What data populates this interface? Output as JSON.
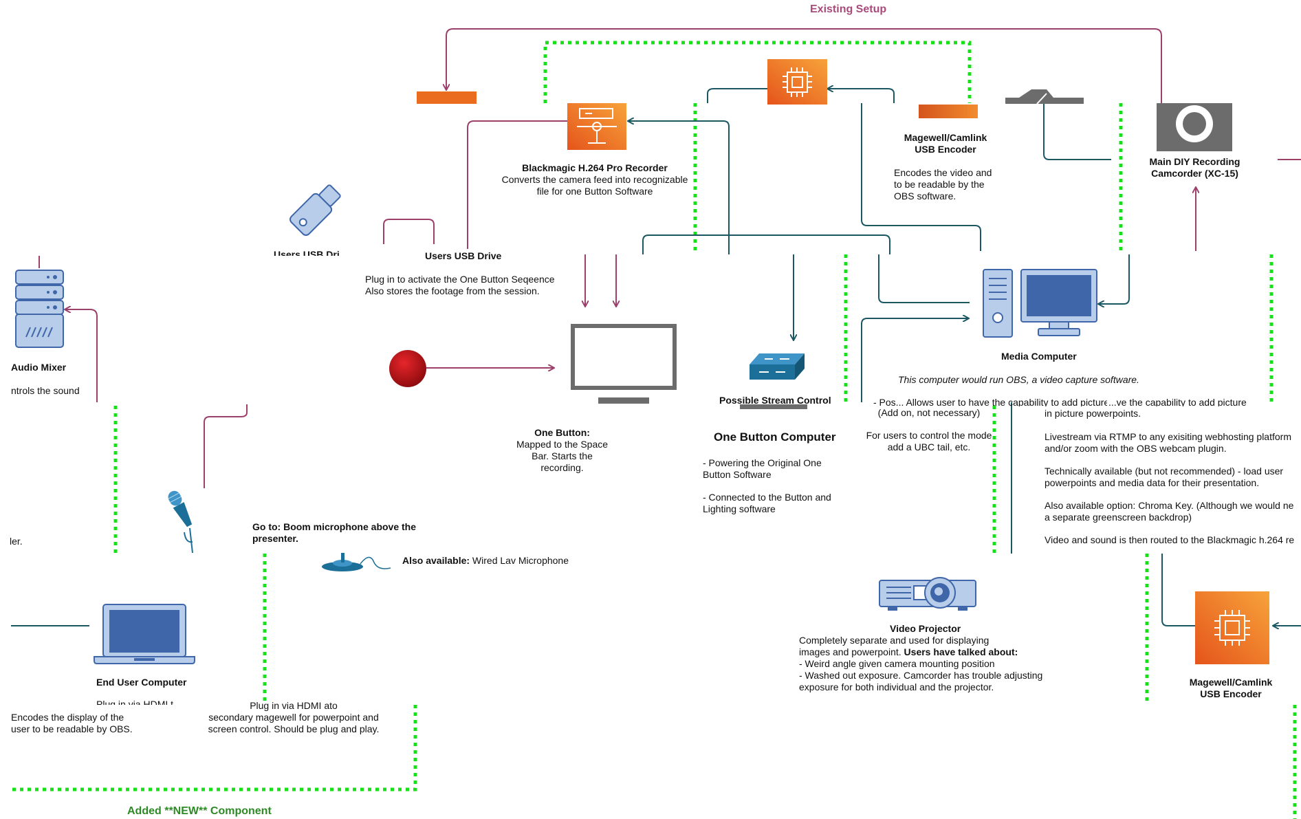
{
  "headers": {
    "existing": "Existing Setup",
    "added": "Added **NEW** Component"
  },
  "colors": {
    "purple": "#9c3f6b",
    "teal": "#1b5763",
    "green_dash": "#18e018",
    "orange": "#ea6d1f",
    "orange_light": "#f7a33a",
    "blue_icon": "#3e66a8",
    "teal_icon": "#1c6f98",
    "gray_icon": "#6c6c6c",
    "red_button": "#c4161c",
    "existing_header": "#a84a7a",
    "added_header": "#2e8a26"
  },
  "nodes": {
    "blackmagic": {
      "title": "Blackmagic H.264 Pro Recorder",
      "lines": [
        "Converts the camera feed into recognizable",
        "file for one Button Software"
      ]
    },
    "magewell_top": {
      "title_lines": [
        "Magewell/Camlink",
        "USB Encoder"
      ],
      "lines": [
        "Encodes the video and",
        "to be readable by the",
        "OBS software."
      ]
    },
    "camcorder": {
      "title_lines": [
        "Main DIY Recording",
        "Camcorder (XC-15)"
      ]
    },
    "usb_drive": {
      "clipped_label": "Users USB Dri...",
      "title": "Users USB Drive",
      "lines": [
        "Plug in to activate the One Button Seqeence",
        "Also stores the footage from the session."
      ]
    },
    "audio_mixer": {
      "title": "Audio Mixer",
      "line": "ntrols the sound"
    },
    "one_button": {
      "title": "One Button:",
      "lines": [
        "Mapped to the Space",
        "Bar. Starts the",
        "recording."
      ]
    },
    "stream_control": {
      "title": "Possible Stream Control"
    },
    "one_button_computer": {
      "title": "One Button Computer",
      "bullet1": [
        "- Powering the Original One",
        "Button Software"
      ],
      "bullet2": [
        "- Connected to the Button and",
        "Lighting software"
      ]
    },
    "media_computer": {
      "title": "Media Computer",
      "note": "This computer would run OBS, a video capture software."
    },
    "stream_notes": {
      "overlap_line": "- Pos... Allows user to have the capability to add picture",
      "lines": [
        "(Add on, not necessary)",
        "",
        "For users to control the mode",
        "add a UBC tail, etc."
      ]
    },
    "media_notes": {
      "overlap_line": "...ve the capability to add picture",
      "paragraphs": [
        [
          "in picture powerpoints."
        ],
        [
          "Livestream via RTMP to any exisiting webhosting platform",
          "and/or zoom with the OBS webcam plugin."
        ],
        [
          "Technically available (but not recommended) - load user",
          "powerpoints and media data for their presentation."
        ],
        [
          "Also available option: Chroma Key. (Although we would ne",
          "a separate greenscreen backdrop)"
        ],
        [
          "Video and sound is then routed to the Blackmagic h.264 re"
        ]
      ]
    },
    "microphone": {
      "goto_lines": [
        "Go to: Boom microphone above the",
        "presenter."
      ],
      "also_label": "Also available:",
      "also_value": " Wired Lav Microphone",
      "left_fragment": "ler."
    },
    "projector": {
      "title": "Video Projector",
      "line1": "Completely separate and used for displaying",
      "line2_pre": "images and powerpoint. ",
      "line2_bold": "Users have talked about:",
      "bullets": [
        "- Weird angle given camera mounting position",
        "- Washed out exposure. Camcorder has trouble adjusting",
        "exposure for both individual and the projector."
      ]
    },
    "end_user": {
      "title": "End User Computer",
      "clipped": "Plug in via HDMI t...",
      "lines": [
        "Encodes the display of the",
        "user to be readable by OBS."
      ]
    },
    "hdmi_notes": {
      "lines": [
        "Plug in via HDMI ato",
        "secondary magewell for powerpoint and",
        "screen control. Should be plug and play."
      ]
    },
    "magewell_bottom": {
      "title_lines": [
        "Magewell/Camlink",
        "USB Encoder"
      ]
    }
  },
  "icons": {
    "blackmagic": "recorder-box-icon",
    "chip_top": "processor-chip-icon",
    "chip_bottom": "processor-chip-icon",
    "camcorder": "camera-icon",
    "usb": "usb-drive-icon",
    "server": "server-rack-icon",
    "monitor": "monitor-icon",
    "button": "red-button-icon",
    "switch": "network-switch-icon",
    "desktop": "desktop-computer-icon",
    "mic": "microphone-icon",
    "lav": "lav-microphone-icon",
    "projector": "projector-icon",
    "laptop": "laptop-icon"
  }
}
